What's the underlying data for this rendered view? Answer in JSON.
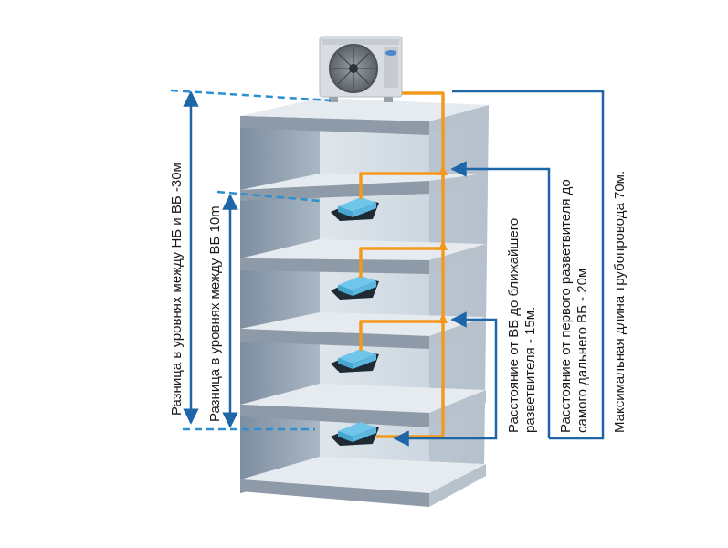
{
  "labels": {
    "height_diff_outdoor_indoor": "Разница в уровнях между НБ и ВБ -30м",
    "height_diff_indoor_indoor": "Разница в уровнях между ВБ 10m",
    "dist_to_nearest_branch": [
      "Расстояние от ВБ до ближайшего",
      "разветвителя - 15м."
    ],
    "dist_first_branch_farthest": [
      "Расстояние от первого разветвителя до",
      "самого дальнего ВБ - 20м"
    ],
    "max_pipe_length": "Максимальная длина трубопровода 70м."
  },
  "colors": {
    "building_side": "#8f9eaf",
    "building_back": "#cfd8e1",
    "slab_top": "#e9edf1",
    "slab_front": "#9aa5b1",
    "slab_side": "#bcc5ce",
    "refrigerant_pipe": "#f39a1e",
    "dimension_line": "#1f66a8",
    "indoor_unit": "#6fc6ea",
    "outdoor_unit": "#d7dbdf"
  }
}
